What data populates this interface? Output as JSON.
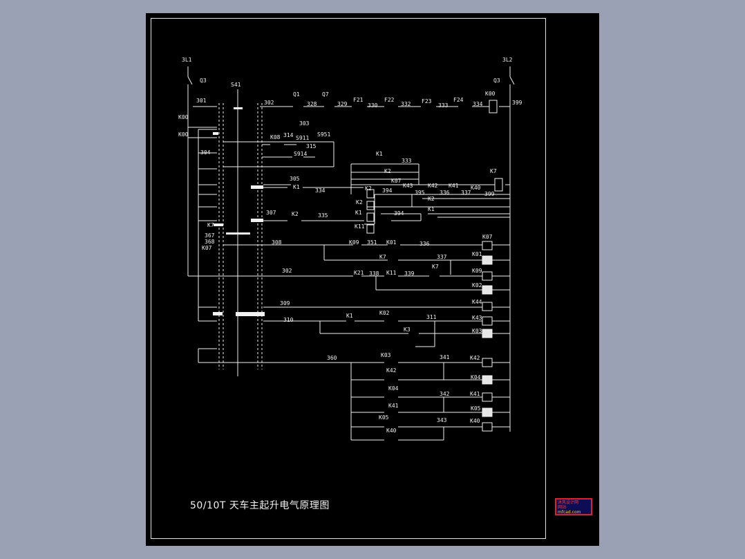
{
  "drawing": {
    "title": "50/10T 天车主起升电气原理图",
    "watermark_lines": [
      "沐风设计网",
      "网站",
      "mfcad.com"
    ],
    "background_color": "#000000",
    "frame_color": "#e6e6e6",
    "stamp_colors": {
      "border": "#e0202a",
      "fill": "#0d0d55",
      "text": "#ff3b3b"
    }
  },
  "labels": {
    "L_3L1": "3L1",
    "L_3L2": "3L2",
    "L_Q3a": "Q3",
    "L_Q3b": "Q3",
    "L_S41": "S41",
    "L_301": "301",
    "L_302a": "302",
    "L_Q1": "Q1",
    "L_328": "328",
    "L_Q7": "Q7",
    "L_329": "329",
    "L_F21": "F21",
    "L_330": "330",
    "L_F22": "F22",
    "L_332": "332",
    "L_F23": "F23",
    "L_333a": "333",
    "L_F24": "F24",
    "L_334a": "334",
    "L_K00a": "K00",
    "L_399a": "399",
    "L_K00b": "K00",
    "L_K00c": "K00",
    "L_303": "303",
    "L_K08": "K08",
    "L_314": "314",
    "L_S911": "S911",
    "L_S951": "S951",
    "L_315": "315",
    "L_S914": "S914",
    "L_304": "304",
    "L_K1a": "K1",
    "L_333b": "333",
    "L_K2a": "K2",
    "L_K07a": "K07",
    "L_K7a": "K7",
    "L_305": "305",
    "L_K1b": "K1",
    "L_334b": "334",
    "L_K2b": "K2",
    "L_394a": "394",
    "L_K43a": "K43",
    "L_K42a": "K42",
    "L_K41a": "K41",
    "L_K40a": "K40",
    "L_395": "395",
    "L_336a": "336",
    "L_337a": "337",
    "L_399b": "399",
    "L_K2c": "K2",
    "L_K2d": "K2",
    "L_307": "307",
    "L_K2e": "K2",
    "L_335": "335",
    "L_K1c": "K1",
    "L_394b": "394",
    "L_K1d": "K1",
    "L_K7b": "K7",
    "L_K11": "K11",
    "L_367": "367",
    "L_368": "368",
    "L_K07b": "K07",
    "L_308": "308",
    "L_K09a": "K09",
    "L_351": "351",
    "L_K01a": "K01",
    "L_336b": "336",
    "L_K07c": "K07",
    "L_K01b": "K01",
    "L_K7c": "K7",
    "L_337b": "337",
    "L_K7d": "K7",
    "L_302b": "302",
    "L_K21": "K21",
    "L_338": "338",
    "L_K11b": "K11",
    "L_339": "339",
    "L_K09b": "K09",
    "L_K02a": "K02",
    "L_309": "309",
    "L_K44": "K44",
    "L_310": "310",
    "L_K1e": "K1",
    "L_K02b": "K02",
    "L_311": "311",
    "L_K43b": "K43",
    "L_K3": "K3",
    "L_K03a": "K03",
    "L_360": "360",
    "L_K03b": "K03",
    "L_341": "341",
    "L_K42b": "K42",
    "L_K42c": "K42",
    "L_K04a": "K04",
    "L_K04b": "K04",
    "L_342": "342",
    "L_K41b": "K41",
    "L_K41c": "K41",
    "L_K05a": "K05",
    "L_K05b": "K05",
    "L_343": "343",
    "L_K40b": "K40",
    "L_K40c": "K40"
  }
}
